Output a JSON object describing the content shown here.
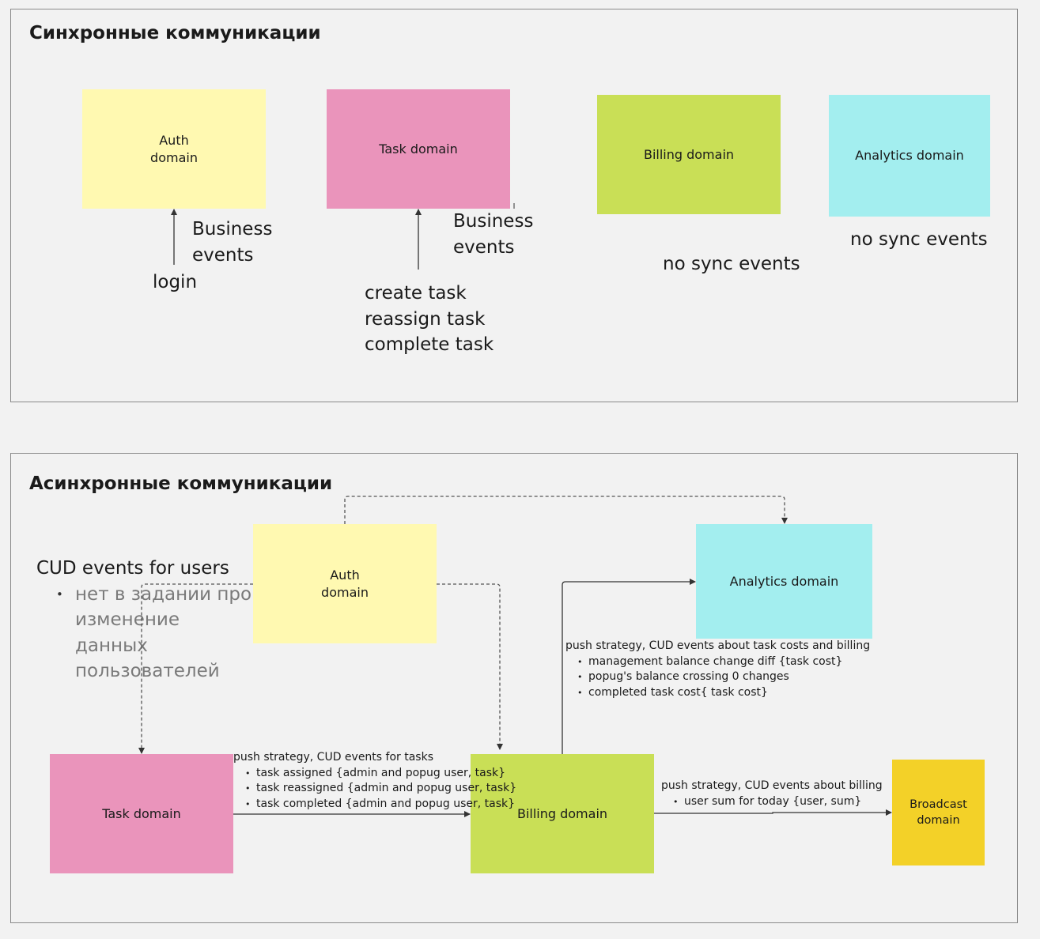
{
  "sync": {
    "title": "Синхронные коммуникации",
    "auth": "Auth\ndomain",
    "task": "Task domain",
    "billing": "Billing domain",
    "analytics": "Analytics domain",
    "auth_business_events": "Business\nevents",
    "auth_login": "login",
    "task_business_events": "Business\nevents",
    "task_commands": "create task\nreassign task\ncomplete task",
    "billing_no_sync": "no sync events",
    "analytics_no_sync": "no sync events"
  },
  "async": {
    "title": "Асинхронные коммуникации",
    "auth": "Auth\ndomain",
    "task": "Task domain",
    "billing": "Billing domain",
    "analytics": "Analytics domain",
    "broadcast": "Broadcast\ndomain",
    "cud_users": {
      "heading": "CUD events for users",
      "items": [
        "нет в задании про изменение данных пользователей"
      ]
    },
    "task_to_billing": {
      "heading": "push strategy, CUD events for tasks",
      "items": [
        "task assigned {admin and popug user, task}",
        "task reassigned {admin and popug user, task}",
        "task completed {admin and popug user, task}"
      ]
    },
    "billing_to_analytics": {
      "heading": "push strategy, CUD events about task costs and billing",
      "items": [
        "management balance change diff {task cost}",
        "popug's balance crossing 0 changes",
        "completed task cost{ task cost}"
      ]
    },
    "billing_to_broadcast": {
      "heading": "push strategy, CUD events about billing",
      "items": [
        "user sum for today {user, sum}"
      ]
    }
  },
  "colors": {
    "yellow": "#fff9b1",
    "pink": "#ea94bb",
    "green": "#c9df56",
    "cyan": "#a3eeef",
    "gold": "#f3d128"
  }
}
